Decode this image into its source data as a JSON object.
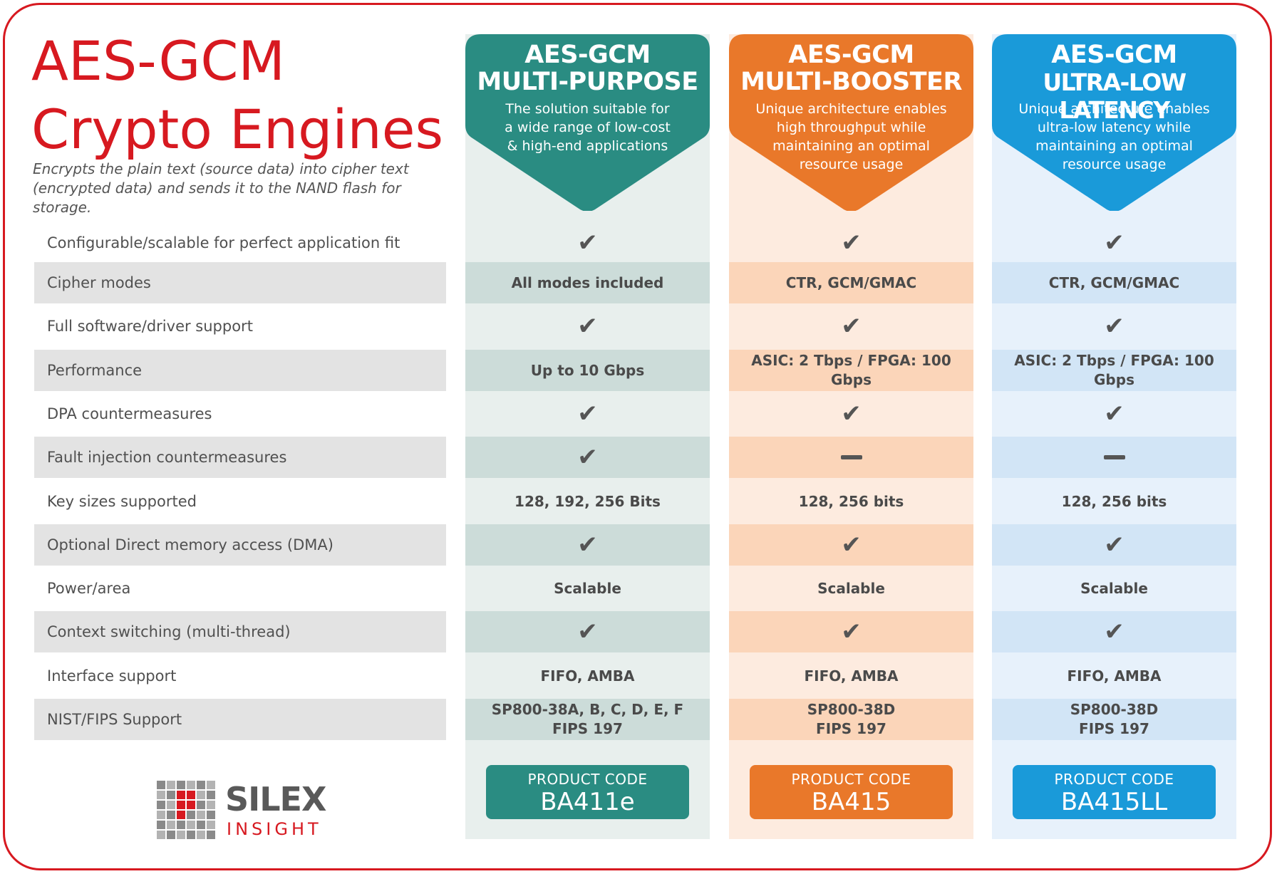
{
  "title": {
    "line1": "AES-GCM",
    "line2": "Crypto Engines"
  },
  "subtitle": {
    "line1": "Encrypts the plain text (source data) into cipher text",
    "line2": "(encrypted data) and sends it to the NAND flash for storage."
  },
  "features": [
    "Configurable/scalable for perfect application fit",
    "Cipher modes",
    "Full software/driver support",
    "Performance",
    "DPA countermeasures",
    "Fault injection countermeasures",
    "Key sizes supported",
    "Optional Direct memory access (DMA)",
    "Power/area",
    "Context switching (multi-thread)",
    "Interface support",
    "NIST/FIPS Support"
  ],
  "colors": {
    "brand_red": "#d71920",
    "teal": "#2a8c82",
    "orange": "#e9782a",
    "blue": "#1a9ad9"
  },
  "products": [
    {
      "title_line1": "AES-GCM",
      "title_line2": "MULTI-PURPOSE",
      "desc": [
        "The solution suitable for",
        "a wide range of low-cost",
        "& high-end applications"
      ],
      "color": "#2a8c82",
      "light": "#e8efed",
      "dark": "#ccdcd9",
      "values": [
        "check",
        "All modes included",
        "check",
        "Up to 10 Gbps",
        "check",
        "check",
        "128, 192, 256 Bits",
        "check",
        "Scalable",
        "check",
        "FIFO, AMBA",
        "SP800-38A, B, C, D, E, F\nFIPS 197"
      ],
      "code_label": "PRODUCT CODE",
      "code": "BA411e"
    },
    {
      "title_line1": "AES-GCM",
      "title_line2": "MULTI-BOOSTER",
      "desc": [
        "Unique architecture enables",
        "high throughput while",
        "maintaining an optimal",
        "resource usage"
      ],
      "color": "#e9782a",
      "light": "#fdebdf",
      "dark": "#fbd5b9",
      "values": [
        "check",
        "CTR, GCM/GMAC",
        "check",
        "ASIC: 2 Tbps / FPGA: 100 Gbps",
        "check",
        "dash",
        "128, 256 bits",
        "check",
        "Scalable",
        "check",
        "FIFO, AMBA",
        "SP800-38D\nFIPS 197"
      ],
      "code_label": "PRODUCT CODE",
      "code": "BA415"
    },
    {
      "title_line1": "AES-GCM",
      "title_line2": "ULTRA-LOW LATENCY",
      "desc": [
        "Unique architecture enables",
        "ultra-low latency while",
        "maintaining an optimal",
        "resource usage"
      ],
      "color": "#1a9ad9",
      "light": "#e7f1fb",
      "dark": "#d2e5f6",
      "values": [
        "check",
        "CTR, GCM/GMAC",
        "check",
        "ASIC: 2 Tbps / FPGA: 100 Gbps",
        "check",
        "dash",
        "128, 256 bits",
        "check",
        "Scalable",
        "check",
        "FIFO, AMBA",
        "SP800-38D\nFIPS 197"
      ],
      "code_label": "PRODUCT CODE",
      "code": "BA415LL"
    }
  ],
  "logo": {
    "name": "SILEX",
    "sub": "INSIGHT"
  }
}
